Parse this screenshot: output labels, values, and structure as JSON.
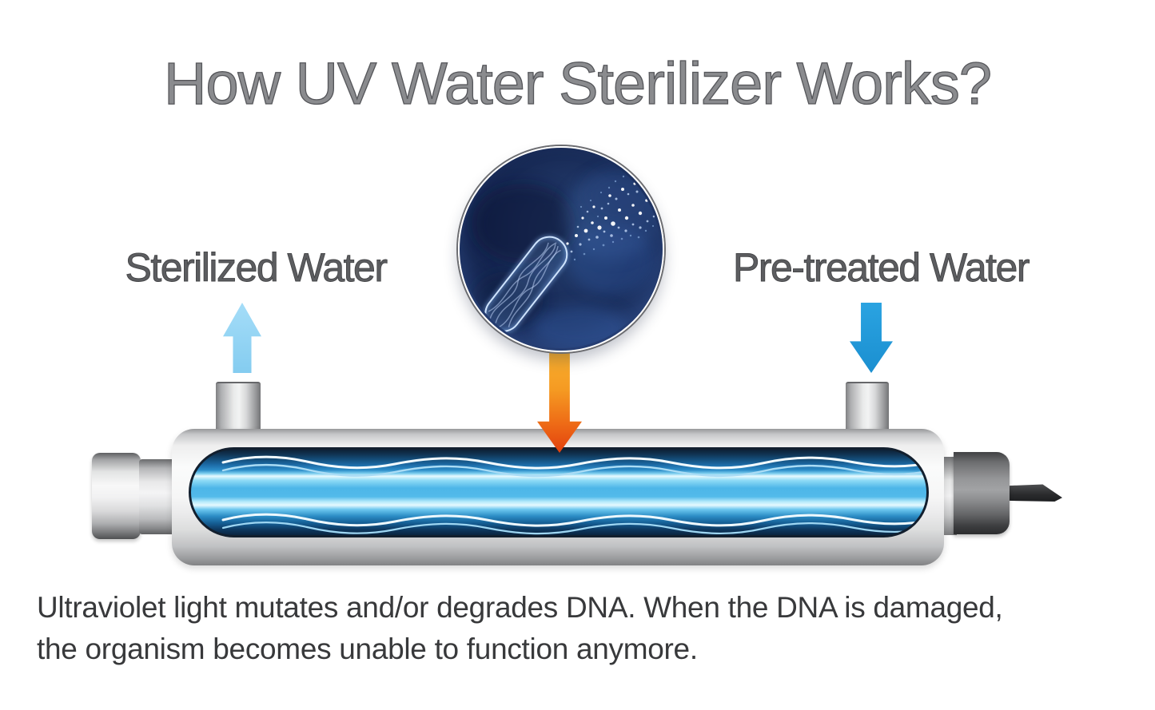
{
  "title": "How UV Water Sterilizer Works?",
  "diagram": {
    "left_label": "Sterilized Water",
    "right_label": "Pre-treated Water"
  },
  "caption": {
    "lines": [
      "Ultraviolet light mutates and/or degrades DNA. When the DNA is damaged,",
      "the organism becomes unable to function anymore."
    ]
  },
  "icons": {
    "up_arrow": "light-blue-up-arrow (sterilized water outlet)",
    "down_arrow": "blue-down-arrow (pre-treated water inlet)",
    "uv_arrow": "orange-gradient-down-arrow (UV acting on water)",
    "bacteria": "disintegrating-rod-bacterium-microscopy-inset"
  },
  "colors": {
    "sterilized_arrow": "#8ed2f3",
    "pretreated_arrow": "#1f9ad8",
    "uv_arrow_top": "#f9b230",
    "uv_arrow_tip": "#e2400e",
    "water_glow": "#e8fafe",
    "water_mid": "#3fa9e0",
    "water_dark": "#0d2136",
    "metal_light": "#f6f6f6",
    "metal_dark": "#8e8f91",
    "circle_background": "#16274f",
    "title_text": "#8a8b8e",
    "label_text": "#5c5d60",
    "caption_text": "#38393b"
  }
}
